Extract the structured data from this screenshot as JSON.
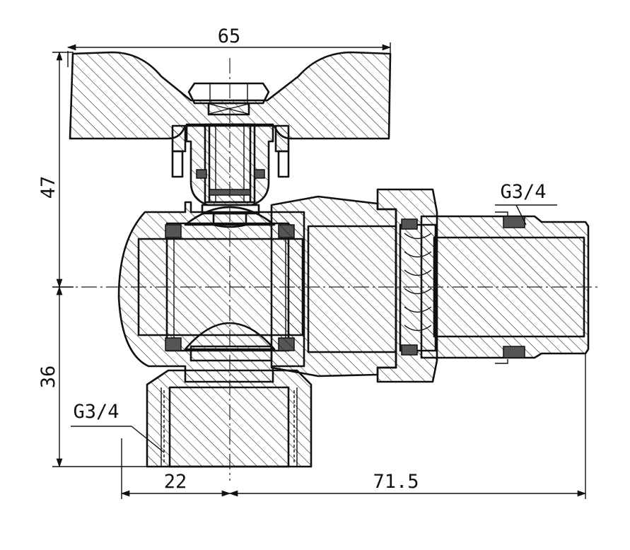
{
  "drawing": {
    "dimensions": {
      "top_width": "65",
      "upper_height": "47",
      "lower_height": "36",
      "bottom_left": "22",
      "bottom_right": "71.5"
    },
    "threads": {
      "outlet": "G3/4",
      "inlet": "G3/4"
    },
    "colors": {
      "line": "#111111",
      "background": "#ffffff",
      "seal": "#555555"
    }
  }
}
